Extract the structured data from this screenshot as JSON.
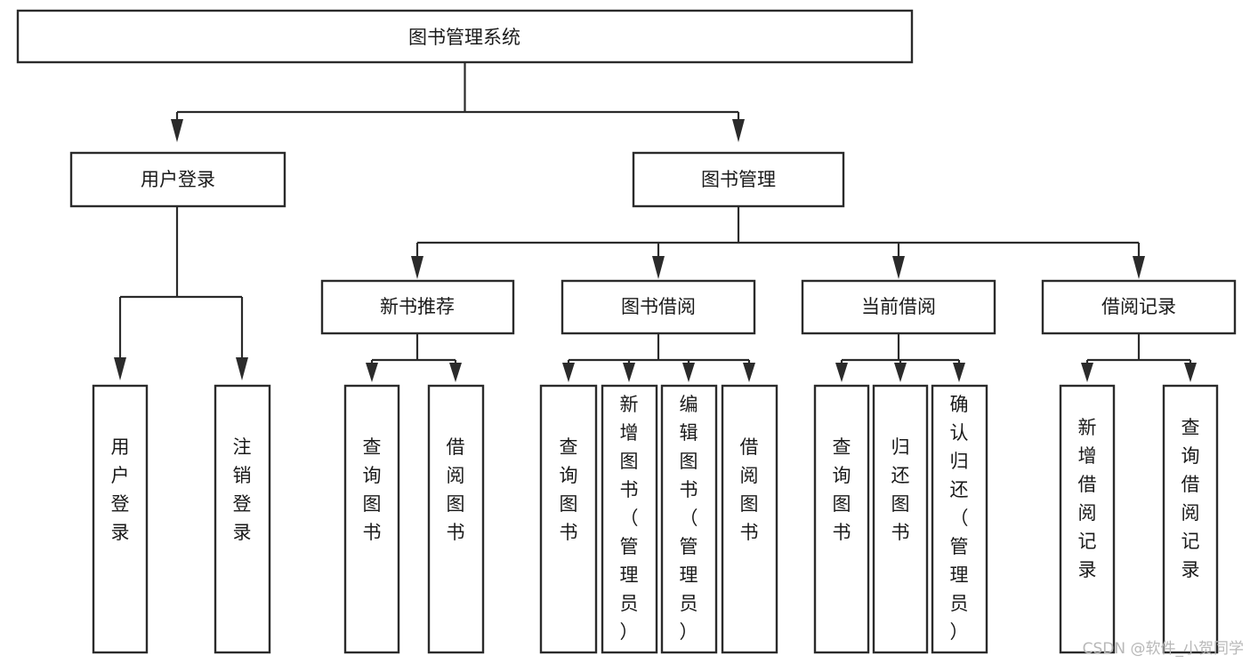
{
  "diagram": {
    "title": "图书管理系统",
    "type": "tree-hierarchy-chart",
    "root": {
      "id": "root",
      "label": "图书管理系统",
      "orientation": "horizontal"
    },
    "level2": [
      {
        "id": "user-login",
        "label": "用户登录",
        "orientation": "horizontal"
      },
      {
        "id": "book-manage",
        "label": "图书管理",
        "orientation": "horizontal"
      }
    ],
    "level3": [
      {
        "id": "new-book-recommend",
        "label": "新书推荐",
        "orientation": "horizontal"
      },
      {
        "id": "book-borrow",
        "label": "图书借阅",
        "orientation": "horizontal"
      },
      {
        "id": "current-borrow",
        "label": "当前借阅",
        "orientation": "horizontal"
      },
      {
        "id": "borrow-record",
        "label": "借阅记录",
        "orientation": "horizontal"
      }
    ],
    "leaves": [
      {
        "id": "leaf-user-login",
        "label": "用户登录",
        "parent": "user-login",
        "orientation": "vertical"
      },
      {
        "id": "leaf-logout-login",
        "label": "注销登录",
        "parent": "user-login",
        "orientation": "vertical"
      },
      {
        "id": "leaf-query-book-1",
        "label": "查询图书",
        "parent": "new-book-recommend",
        "orientation": "vertical"
      },
      {
        "id": "leaf-borrow-book-1",
        "label": "借阅图书",
        "parent": "new-book-recommend",
        "orientation": "vertical"
      },
      {
        "id": "leaf-query-book-2",
        "label": "查询图书",
        "parent": "book-borrow",
        "orientation": "vertical"
      },
      {
        "id": "leaf-add-book",
        "label": "新增图书（管理员）",
        "parent": "book-borrow",
        "orientation": "vertical"
      },
      {
        "id": "leaf-edit-book",
        "label": "编辑图书（管理员）",
        "parent": "book-borrow",
        "orientation": "vertical"
      },
      {
        "id": "leaf-borrow-book-2",
        "label": "借阅图书",
        "parent": "book-borrow",
        "orientation": "vertical"
      },
      {
        "id": "leaf-query-book-3",
        "label": "查询图书",
        "parent": "current-borrow",
        "orientation": "vertical"
      },
      {
        "id": "leaf-return-book",
        "label": "归还图书",
        "parent": "current-borrow",
        "orientation": "vertical"
      },
      {
        "id": "leaf-confirm-return",
        "label": "确认归还（管理员）",
        "parent": "current-borrow",
        "orientation": "vertical"
      },
      {
        "id": "leaf-add-record",
        "label": "新增借阅记录",
        "parent": "borrow-record",
        "orientation": "vertical"
      },
      {
        "id": "leaf-query-record",
        "label": "查询借阅记录",
        "parent": "borrow-record",
        "orientation": "vertical"
      }
    ]
  },
  "watermark": {
    "text": "CSDN @软件_小贺同学"
  },
  "colors": {
    "background": "#ffffff",
    "box_fill": "#ffffff",
    "box_stroke": "#2b2b2b",
    "connector": "#2b2b2b",
    "text": "#1a1a1a",
    "watermark": "#b8b8b8"
  }
}
